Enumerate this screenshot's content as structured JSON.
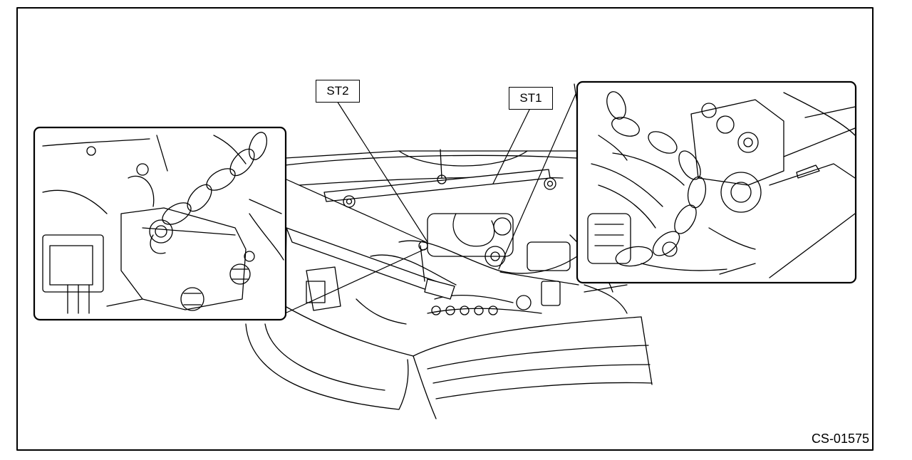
{
  "labels": {
    "st1": "ST1",
    "st2": "ST2"
  },
  "figure_id": "CS-01575",
  "colors": {
    "line": "#000000",
    "background": "#ffffff"
  }
}
